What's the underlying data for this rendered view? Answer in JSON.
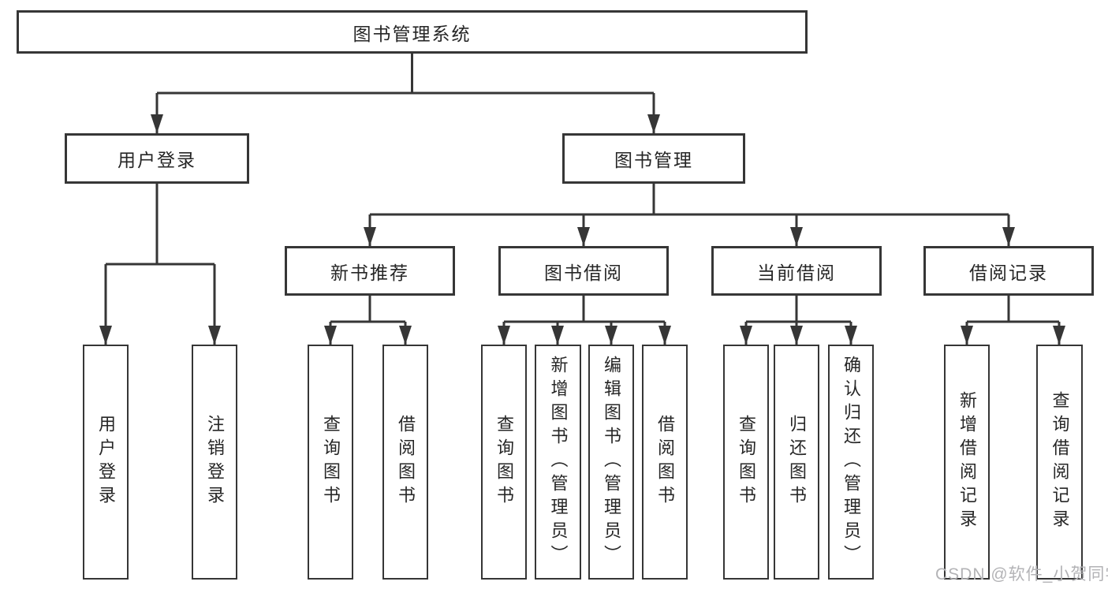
{
  "colors": {
    "line": "#363636",
    "box_border": "#363636",
    "box_fill": "#ffffff",
    "text": "#262626",
    "watermark": "#b3b3b6",
    "background": "#ffffff"
  },
  "watermark": {
    "text": "CSDN @软件_小贺同学"
  },
  "tree": {
    "root": {
      "label": "图书管理系统"
    },
    "branches": [
      {
        "label": "用户登录",
        "children": [
          {
            "label": "用户登录"
          },
          {
            "label": "注销登录"
          }
        ]
      },
      {
        "label": "图书管理",
        "children": [
          {
            "label": "新书推荐",
            "children": [
              {
                "label": "查询图书"
              },
              {
                "label": "借阅图书"
              }
            ]
          },
          {
            "label": "图书借阅",
            "children": [
              {
                "label": "查询图书"
              },
              {
                "label": "新增图书（管理员）"
              },
              {
                "label": "编辑图书（管理员）"
              },
              {
                "label": "借阅图书"
              }
            ]
          },
          {
            "label": "当前借阅",
            "children": [
              {
                "label": "查询图书"
              },
              {
                "label": "归还图书"
              },
              {
                "label": "确认归还（管理员）"
              }
            ]
          },
          {
            "label": "借阅记录",
            "children": [
              {
                "label": "新增借阅记录"
              },
              {
                "label": "查询借阅记录"
              }
            ]
          }
        ]
      }
    ]
  }
}
